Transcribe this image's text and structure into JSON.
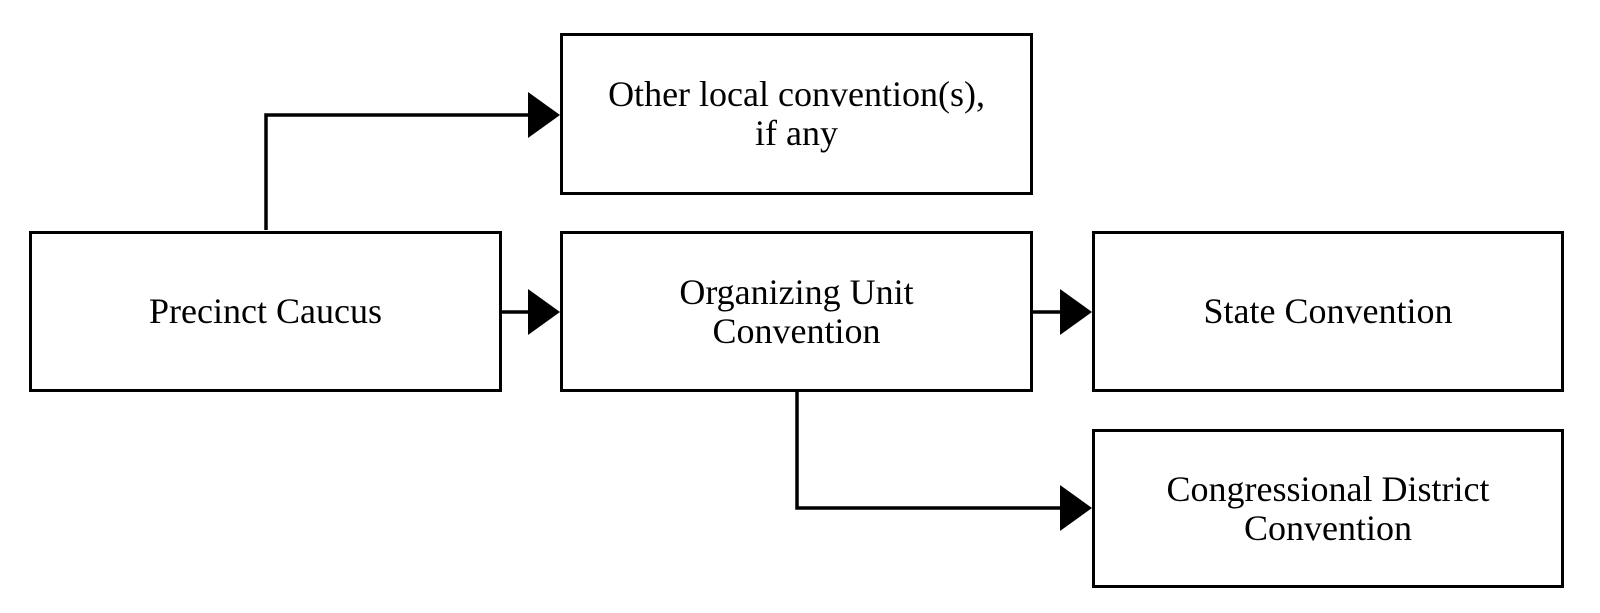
{
  "diagram": {
    "type": "flowchart",
    "colors": {
      "box_fill": "#ffffff",
      "box_stroke": "#000000",
      "connector": "#000000",
      "text": "#000000",
      "background": "#ffffff"
    },
    "nodes": [
      {
        "id": "other-local-conventions",
        "label": "Other local convention(s),\nif any"
      },
      {
        "id": "precinct-caucus",
        "label": "Precinct Caucus"
      },
      {
        "id": "organizing-unit-convention",
        "label": "Organizing Unit\nConvention"
      },
      {
        "id": "state-convention",
        "label": "State Convention"
      },
      {
        "id": "congressional-district-convention",
        "label": "Congressional District\nConvention"
      }
    ],
    "edges": [
      {
        "from": "precinct-caucus",
        "to": "other-local-conventions"
      },
      {
        "from": "precinct-caucus",
        "to": "organizing-unit-convention"
      },
      {
        "from": "organizing-unit-convention",
        "to": "state-convention"
      },
      {
        "from": "organizing-unit-convention",
        "to": "congressional-district-convention"
      }
    ]
  }
}
